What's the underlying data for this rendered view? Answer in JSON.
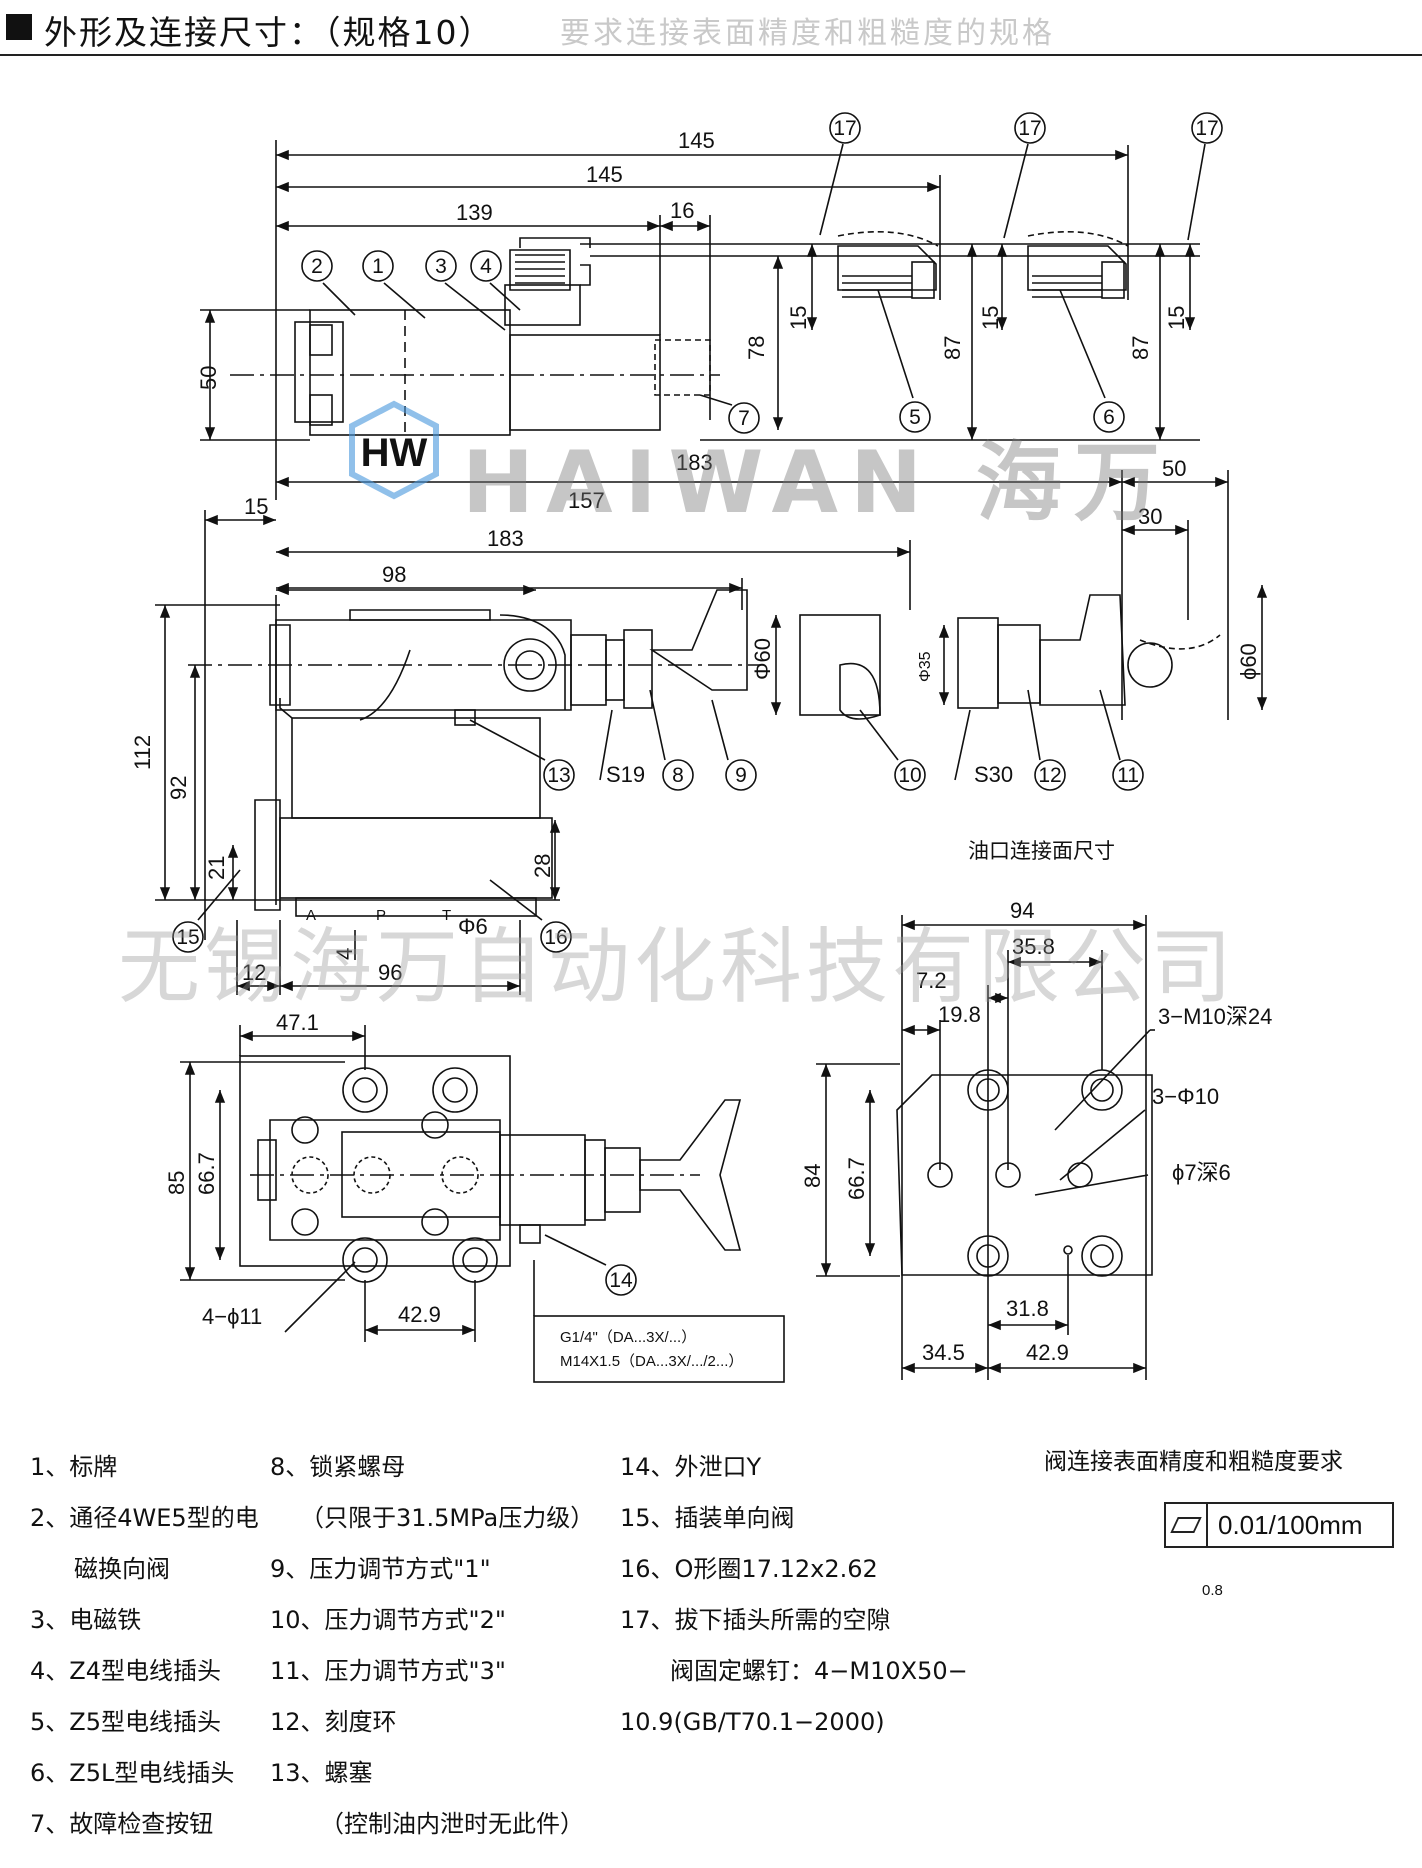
{
  "header": {
    "title": "外形及连接尺寸：（规格10）",
    "ghost_text": "要求连接表面精度和粗糙度的规格"
  },
  "watermark": {
    "logo_text": "HW",
    "brand": "HAIWAN 海万",
    "company": "无锡海万自动化科技有限公司"
  },
  "dims": {
    "d145a": "145",
    "d145b": "145",
    "d139": "139",
    "d16": "16",
    "d15a": "15",
    "d15b": "15",
    "d15c": "15",
    "d15d": "15",
    "d87a": "87",
    "d87b": "87",
    "d78": "78",
    "d50a": "50",
    "d50b": "50",
    "d183a": "183",
    "d183b": "183",
    "d157": "157",
    "d30": "30",
    "d98": "98",
    "d112": "112",
    "d92": "92",
    "d21": "21",
    "d28": "28",
    "d4": "4",
    "d12": "12",
    "d96": "96",
    "d47_1": "47.1",
    "d85": "85",
    "d66_7a": "66.7",
    "d42_9a": "42.9",
    "d4phi11": "4−ϕ11",
    "d94": "94",
    "d35_8": "35.8",
    "d7_2": "7.2",
    "d19_8": "19.8",
    "d84": "84",
    "d66_7b": "66.7",
    "d31_8": "31.8",
    "d34_5": "34.5",
    "d42_9b": "42.9",
    "m10": "3−M10深24",
    "phi10": "3−Φ10",
    "phi7": "ϕ7深6",
    "phi60a": "Φ60",
    "phi35": "Φ35",
    "phi60b": "ϕ60",
    "phi6": "Φ6",
    "s19": "S19",
    "s30": "S30",
    "port_a": "A",
    "port_p": "P",
    "port_t": "T"
  },
  "callouts": [
    "1",
    "2",
    "3",
    "4",
    "5",
    "6",
    "7",
    "8",
    "9",
    "10",
    "11",
    "12",
    "13",
    "14",
    "15",
    "16",
    "17"
  ],
  "labels": {
    "port_face": "油口连接面尺寸",
    "thread_1": "G1/4\"（DA...3X/...）",
    "thread_2": "M14X1.5（DA...3X/.../2...）"
  },
  "legend": {
    "col1": [
      "1、标牌",
      "2、通径4WE5型的电",
      "磁换向阀",
      "3、电磁铁",
      "4、Z4型电线插头",
      "5、Z5型电线插头",
      "6、Z5L型电线插头",
      "7、故障检查按钮"
    ],
    "col2": [
      "8、锁紧螺母",
      "（只限于31.5MPa压力级）",
      "9、压力调节方式\"1\"",
      "10、压力调节方式\"2\"",
      "11、压力调节方式\"3\"",
      "12、刻度环",
      "13、螺塞",
      "（控制油内泄时无此件）"
    ],
    "col3": [
      "14、外泄口Y",
      "15、插装单向阀",
      "16、O形圈17.12x2.62",
      "17、拔下插头所需的空隙",
      "阀固定螺钉：4−M10X50−",
      "10.9(GB/T70.1−2000)"
    ]
  },
  "roughness": {
    "title": "阀连接表面精度和粗糙度要求",
    "flatness": "0.01/100mm",
    "ra": "0.8"
  }
}
